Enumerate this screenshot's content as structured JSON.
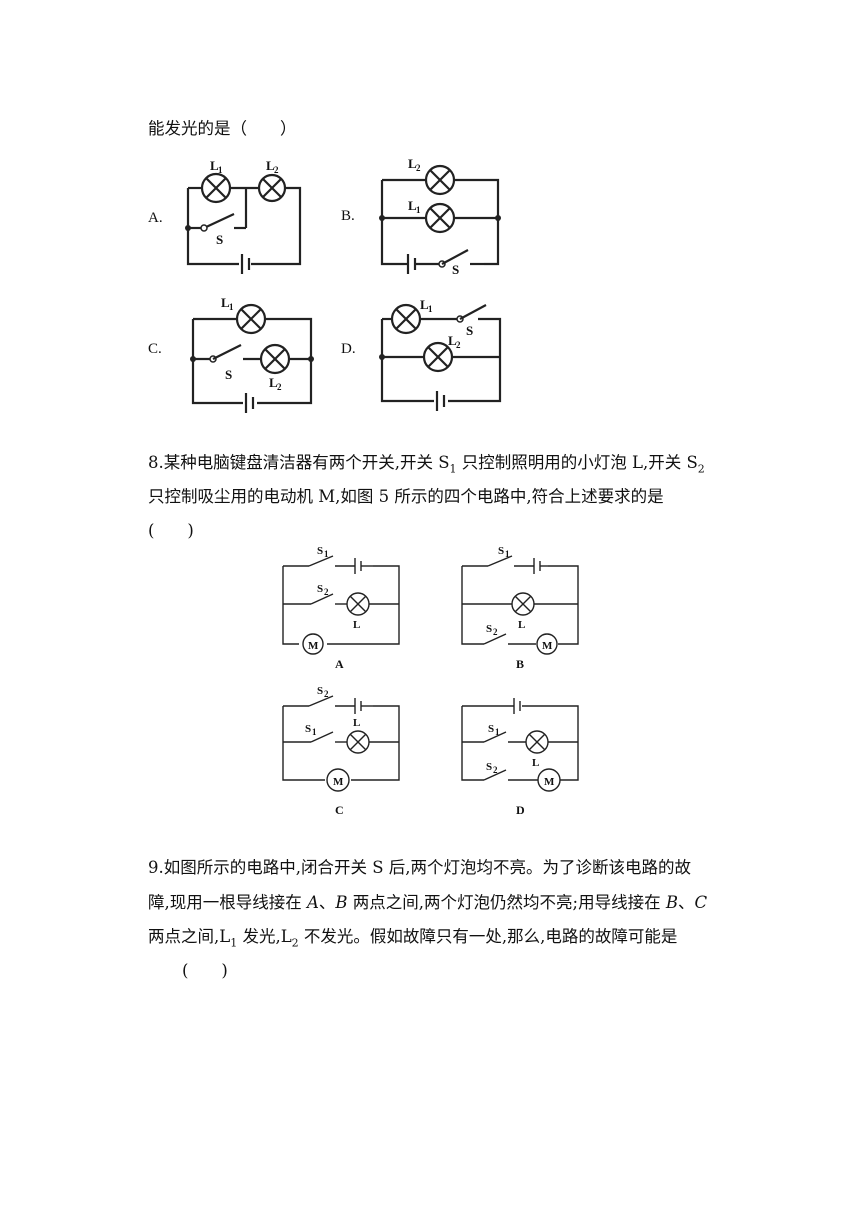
{
  "q7": {
    "tail": "能发光的是（　　）",
    "options": [
      "A.",
      "B.",
      "C.",
      "D."
    ]
  },
  "q8": {
    "line1": [
      "8.某种电脑键盘清洁器有两个开关,开关 S",
      "1",
      " 只控制照明用的小灯泡 L,开关 S",
      "2"
    ],
    "line2": "只控制吸尘用的电动机 M,如图 5 所示的四个电路中,符合上述要求的是",
    "line3": "(　　)",
    "captions": [
      "A",
      "B",
      "C",
      "D"
    ]
  },
  "q9": {
    "line1": "9.如图所示的电路中,闭合开关 S 后,两个灯泡均不亮。为了诊断该电路的故",
    "line2": [
      "障,现用一根导线接在 ",
      "A",
      "、",
      "B",
      " 两点之间,两个灯泡仍然均不亮;用导线接在 ",
      "B",
      "、",
      "C"
    ],
    "line3": [
      "两点之间,L",
      "1",
      " 发光,L",
      "2",
      " 不发光。假如故障只有一处,那么,电路的故障可能是"
    ],
    "line4": "(　　)"
  },
  "labels": {
    "L": "L",
    "S": "S",
    "M": "M",
    "sub1": "1",
    "sub2": "2"
  },
  "icons": [
    "lamp-icon",
    "switch-icon",
    "battery-icon",
    "motor-icon"
  ]
}
